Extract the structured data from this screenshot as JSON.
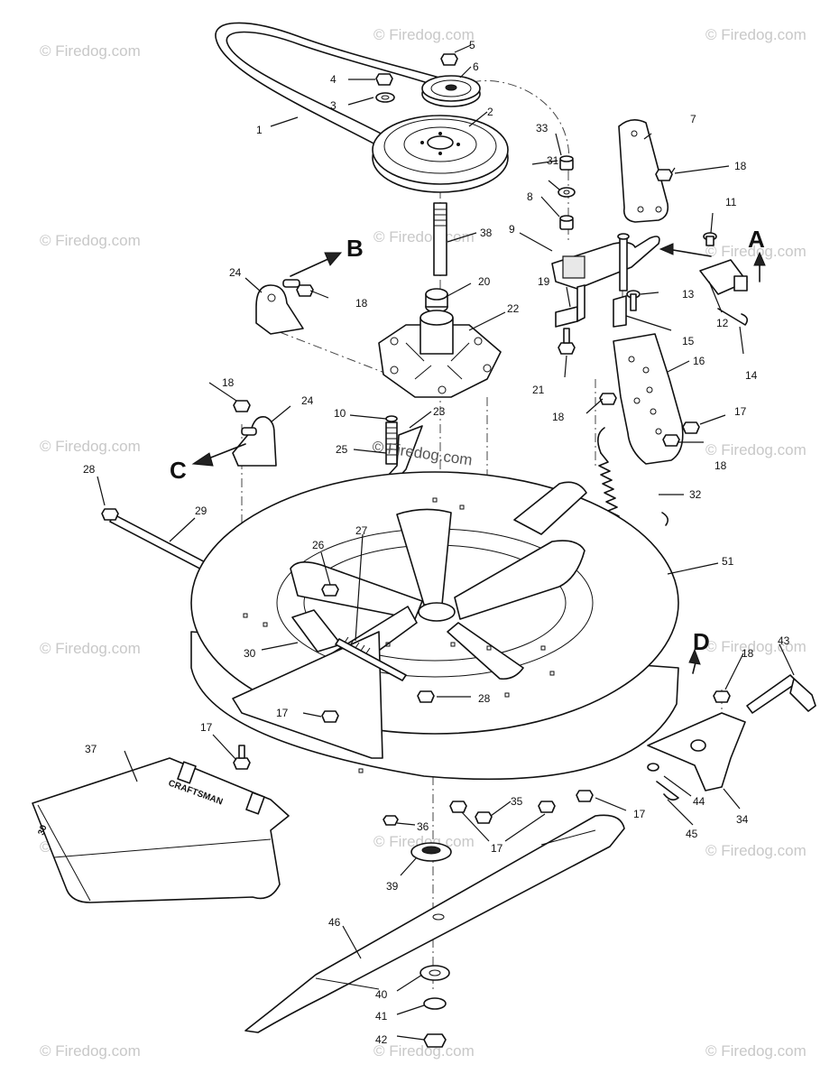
{
  "watermark": "© Firedog.com",
  "center_watermark": "© Firedog.com",
  "view_letters": {
    "a": "A",
    "b": "B",
    "c": "C",
    "d": "D"
  },
  "bag_brand": "CRAFTSMAN",
  "bag_number": "30",
  "part_numbers": {
    "p1": "1",
    "p2": "2",
    "p3": "3",
    "p4": "4",
    "p5": "5",
    "p6": "6",
    "p7": "7",
    "p8": "8",
    "p9": "9",
    "p10": "10",
    "p11": "11",
    "p12": "12",
    "p13": "13",
    "p14": "14",
    "p15": "15",
    "p16": "16",
    "p17": "17",
    "p18": "18",
    "p19": "19",
    "p20": "20",
    "p21": "21",
    "p22": "22",
    "p23": "23",
    "p24": "24",
    "p25": "25",
    "p26": "26",
    "p27": "27",
    "p28": "28",
    "p29": "29",
    "p30": "30",
    "p31": "31",
    "p32": "32",
    "p33": "33",
    "p34": "34",
    "p35": "35",
    "p36": "36",
    "p37": "37",
    "p38": "38",
    "p39": "39",
    "p40": "40",
    "p41": "41",
    "p42": "42",
    "p43": "43",
    "p44": "44",
    "p45": "45",
    "p46": "46",
    "p51": "51"
  }
}
